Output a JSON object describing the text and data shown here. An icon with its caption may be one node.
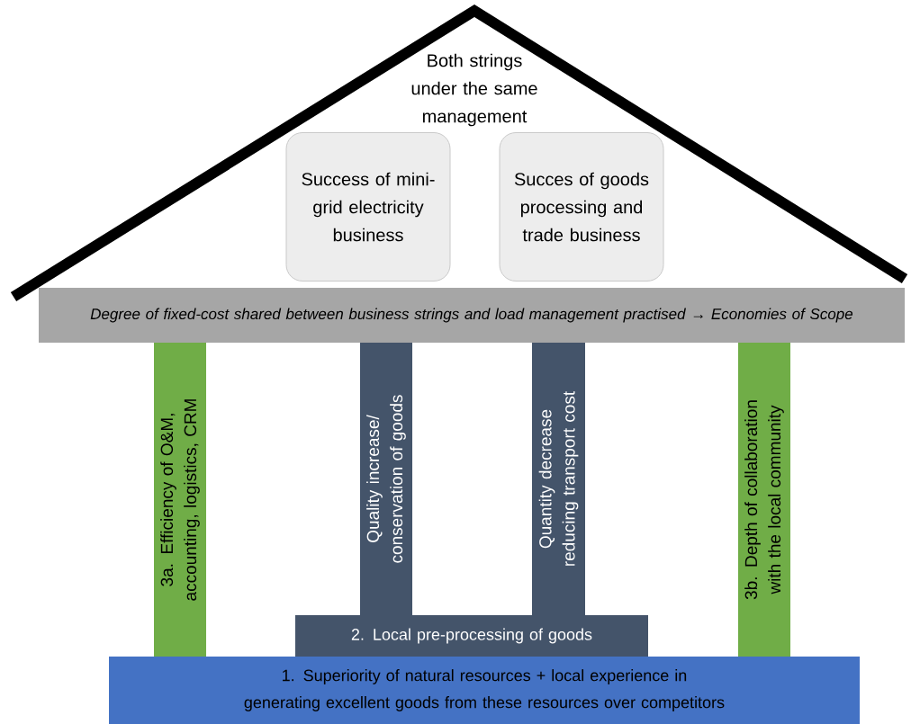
{
  "diagram": {
    "nodes": [
      {
        "text": [
          "Both strings under the same management"
        ]
      },
      {
        "text": [
          "Success of mini-grid electricity business"
        ],
        "in": 0
      },
      {
        "text": [
          "Succes of goods processing and trade business"
        ],
        "in": 0
      },
      {
        "text": [
          "Degree of fixed-cost shared between business strings and load management practised → Economies of Scope"
        ]
      },
      {
        "text": [
          "3a. Efficiency of O&M, accounting, logistics, CRM"
        ]
      },
      {
        "text": [
          "Quality increase/ conservation of goods"
        ]
      },
      {
        "text": [
          "Quantity decrease reducing transport cost"
        ]
      },
      {
        "text": [
          "3b. Depth of collaboration with the local community"
        ]
      },
      {
        "text": [
          "2. Local pre-processing of goods"
        ]
      },
      {
        "text": [
          "1. Superiority of natural resources + local experience in generating excellent goods from these resources over competitors"
        ]
      }
    ]
  }
}
